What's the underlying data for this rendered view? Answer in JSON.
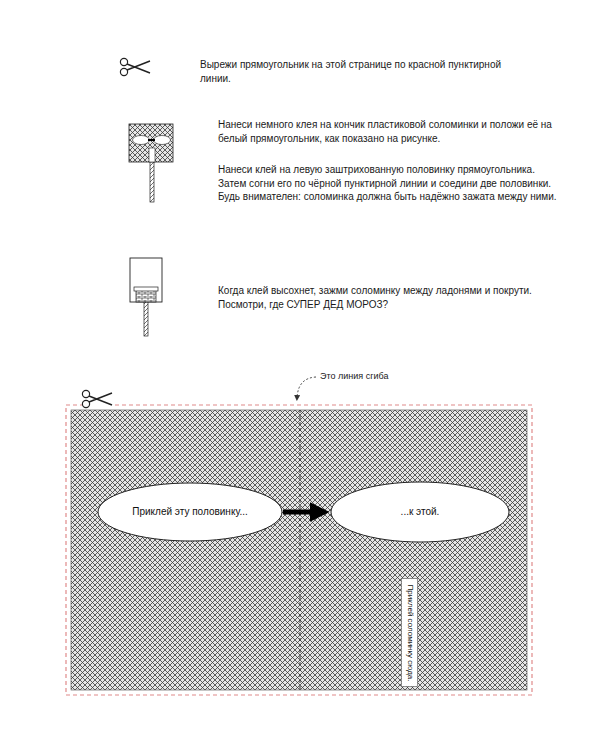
{
  "diagram": {
    "nodes": [
      {
        "text": [
          "Приклей эту половинку..."
        ]
      },
      {
        "text": [
          "...к этой."
        ]
      },
      {
        "text": [
          "Приклей соломинку сюда."
        ]
      }
    ],
    "edges": [
      {
        "from": 0,
        "to": 1,
        "arrow": "to"
      }
    ],
    "labels": [
      "Вырежи прямоугольник на этой странице по красной пунктирной линии.",
      "Нанеси немного клея на кончик пластиковой соломинки и положи её на белый прямоугольник, как показано на рисунке.",
      "Нанеси клей на левую заштрихованную половинку прямоугольника. Затем согни его по чёрной пунктирной линии и соедини две половинки. Будь внимателен: соломинка должна быть надёжно зажата между ними.",
      "Когда клей высохнет, зажми соломинку между ладонями и покрути. Посмотри, где СУПЕР ДЕД МОРОЗ?",
      "Это линия сгиба"
    ]
  }
}
